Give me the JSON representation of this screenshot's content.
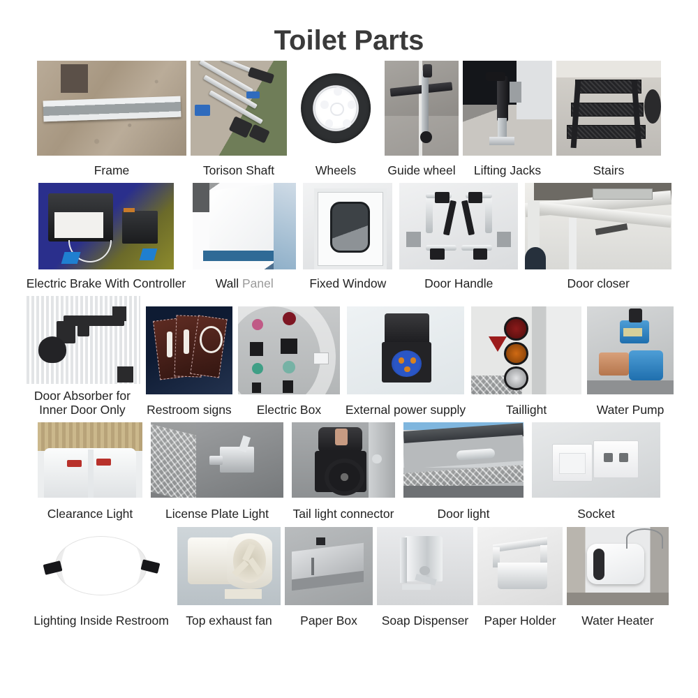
{
  "header": {
    "title": "Toilet Parts"
  },
  "catalog": {
    "rows": [
      {
        "items": [
          {
            "label": "Frame",
            "art": "frame"
          },
          {
            "label": "Torison Shaft",
            "art": "torsion-shaft"
          },
          {
            "label": "Wheels",
            "art": "wheel"
          },
          {
            "label": "Guide wheel",
            "art": "guide-wheel"
          },
          {
            "label": "Lifting Jacks",
            "art": "lifting-jack"
          },
          {
            "label": "Stairs",
            "art": "stairs"
          }
        ]
      },
      {
        "items": [
          {
            "label": "Electric Brake With Controller",
            "art": "electric-brake"
          },
          {
            "label": "Wall Panel",
            "label_part_1": "Wall ",
            "label_part_2": "Panel",
            "art": "wall-panel"
          },
          {
            "label": "Fixed Window",
            "art": "fixed-window"
          },
          {
            "label": "Door Handle",
            "art": "door-handle"
          },
          {
            "label": "Door closer",
            "art": "door-closer"
          }
        ]
      },
      {
        "items": [
          {
            "label": "Door Absorber for Inner Door Only",
            "art": "door-absorber"
          },
          {
            "label": "Restroom signs",
            "art": "restroom-signs"
          },
          {
            "label": "Electric Box",
            "art": "electric-box"
          },
          {
            "label": "External power supply",
            "art": "external-power-supply"
          },
          {
            "label": "Taillight",
            "art": "taillight"
          },
          {
            "label": "Water Pump",
            "art": "water-pump"
          }
        ]
      },
      {
        "items": [
          {
            "label": "Clearance Light",
            "art": "clearance-light"
          },
          {
            "label": "License Plate Light",
            "art": "license-plate-light"
          },
          {
            "label": "Tail light connector",
            "art": "tail-light-connector"
          },
          {
            "label": "Door light",
            "art": "door-light"
          },
          {
            "label": "Socket",
            "art": "socket"
          }
        ]
      },
      {
        "items": [
          {
            "label": "Lighting Inside Restroom",
            "art": "downlight"
          },
          {
            "label": "Top exhaust fan",
            "art": "exhaust-fan"
          },
          {
            "label": "Paper Box",
            "art": "paper-box"
          },
          {
            "label": "Soap Dispenser",
            "art": "soap-dispenser"
          },
          {
            "label": "Paper Holder",
            "art": "paper-holder"
          },
          {
            "label": "Water Heater",
            "art": "water-heater"
          }
        ]
      }
    ]
  },
  "colors": {
    "background": "#ffffff",
    "title": "#3a3a3a",
    "caption": "#222222",
    "caption_muted": "#9a9a9a"
  }
}
